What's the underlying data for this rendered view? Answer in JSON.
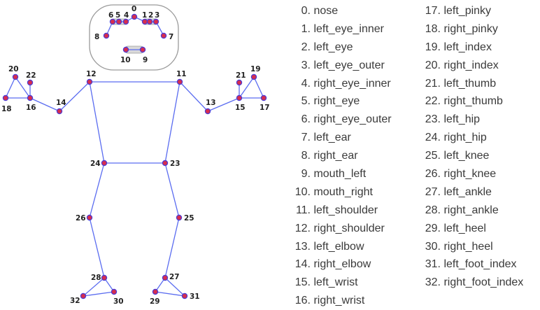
{
  "colors": {
    "edge": "#5a6cf0",
    "point_fill": "#d62d4e",
    "point_stroke": "#4b3cd6",
    "face_border": "#9a9a9a",
    "mouth_fill": "#d9d9d9"
  },
  "keypoints": [
    {
      "id": 0,
      "name": "nose"
    },
    {
      "id": 1,
      "name": "left_eye_inner"
    },
    {
      "id": 2,
      "name": "left_eye"
    },
    {
      "id": 3,
      "name": "left_eye_outer"
    },
    {
      "id": 4,
      "name": "right_eye_inner"
    },
    {
      "id": 5,
      "name": "right_eye"
    },
    {
      "id": 6,
      "name": "right_eye_outer"
    },
    {
      "id": 7,
      "name": "left_ear"
    },
    {
      "id": 8,
      "name": "right_ear"
    },
    {
      "id": 9,
      "name": "mouth_left"
    },
    {
      "id": 10,
      "name": "mouth_right"
    },
    {
      "id": 11,
      "name": "left_shoulder"
    },
    {
      "id": 12,
      "name": "right_shoulder"
    },
    {
      "id": 13,
      "name": "left_elbow"
    },
    {
      "id": 14,
      "name": "right_elbow"
    },
    {
      "id": 15,
      "name": "left_wrist"
    },
    {
      "id": 16,
      "name": "right_wrist"
    },
    {
      "id": 17,
      "name": "left_pinky"
    },
    {
      "id": 18,
      "name": "right_pinky"
    },
    {
      "id": 19,
      "name": "left_index"
    },
    {
      "id": 20,
      "name": "right_index"
    },
    {
      "id": 21,
      "name": "left_thumb"
    },
    {
      "id": 22,
      "name": "right_thumb"
    },
    {
      "id": 23,
      "name": "left_hip"
    },
    {
      "id": 24,
      "name": "right_hip"
    },
    {
      "id": 25,
      "name": "left_knee"
    },
    {
      "id": 26,
      "name": "right_knee"
    },
    {
      "id": 27,
      "name": "left_ankle"
    },
    {
      "id": 28,
      "name": "right_ankle"
    },
    {
      "id": 29,
      "name": "left_heel"
    },
    {
      "id": 30,
      "name": "right_heel"
    },
    {
      "id": 31,
      "name": "left_foot_index"
    },
    {
      "id": 32,
      "name": "right_foot_index"
    }
  ],
  "connections": [
    [
      11,
      12
    ],
    [
      11,
      23
    ],
    [
      12,
      24
    ],
    [
      23,
      24
    ],
    [
      11,
      13
    ],
    [
      13,
      15
    ],
    [
      15,
      17
    ],
    [
      15,
      19
    ],
    [
      15,
      21
    ],
    [
      17,
      19
    ],
    [
      12,
      14
    ],
    [
      14,
      16
    ],
    [
      16,
      18
    ],
    [
      16,
      20
    ],
    [
      16,
      22
    ],
    [
      18,
      20
    ],
    [
      23,
      25
    ],
    [
      25,
      27
    ],
    [
      27,
      29
    ],
    [
      27,
      31
    ],
    [
      29,
      31
    ],
    [
      24,
      26
    ],
    [
      26,
      28
    ],
    [
      28,
      30
    ],
    [
      28,
      32
    ],
    [
      30,
      32
    ],
    [
      8,
      6
    ],
    [
      6,
      5
    ],
    [
      5,
      4
    ],
    [
      4,
      0
    ],
    [
      0,
      1
    ],
    [
      1,
      2
    ],
    [
      2,
      3
    ],
    [
      3,
      7
    ],
    [
      9,
      10
    ]
  ]
}
